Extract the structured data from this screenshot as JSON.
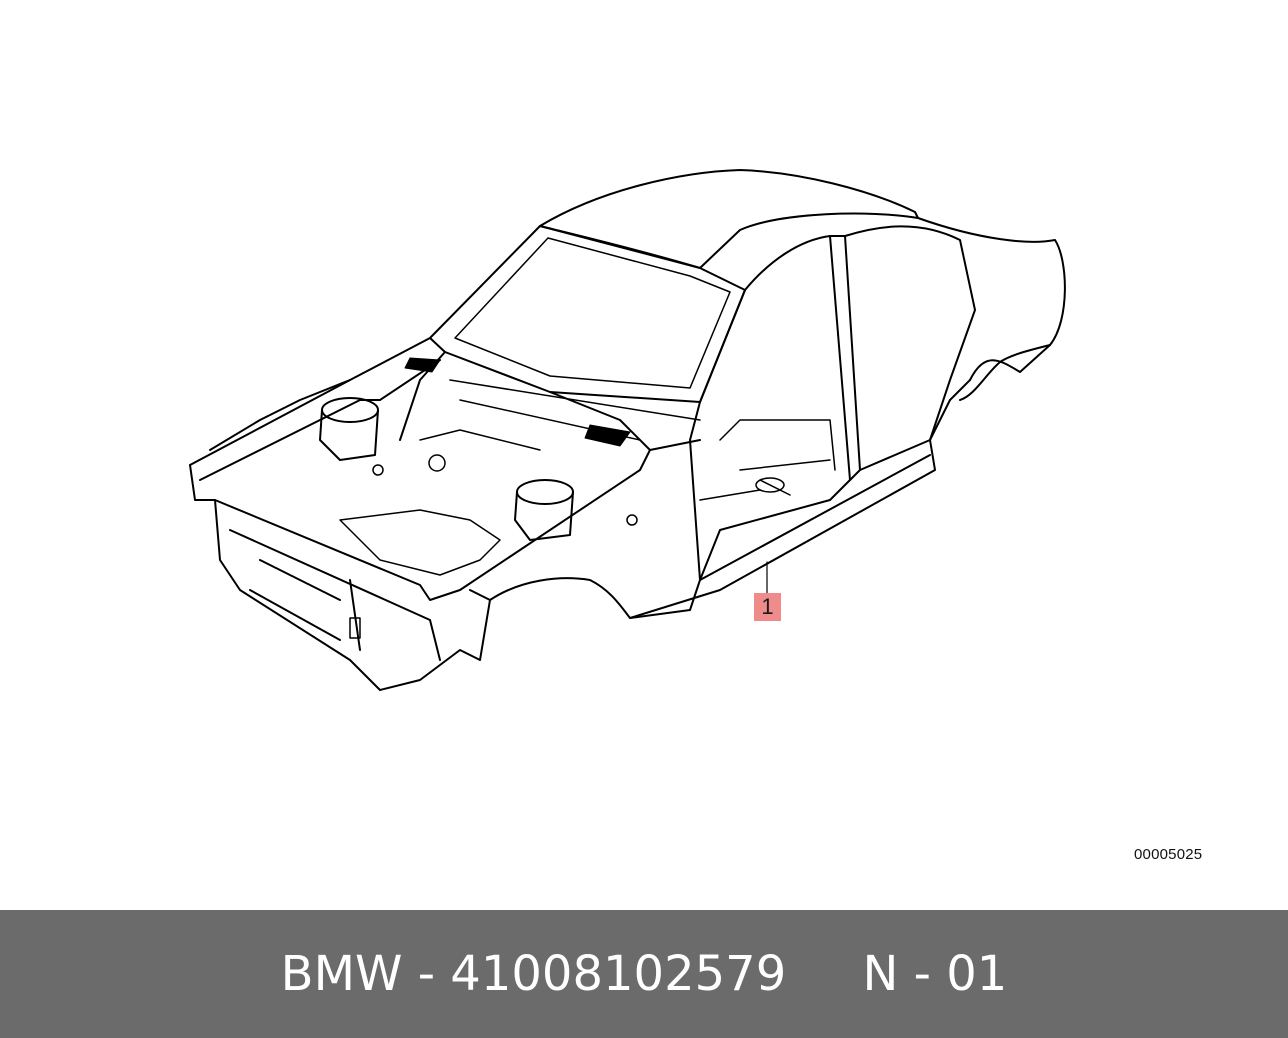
{
  "diagram": {
    "callout_label": "1",
    "diagram_number": "00005025",
    "callout_color": "#f08b8b"
  },
  "footer": {
    "text": "BMW - 41008102579     N - 01",
    "background": "#6b6b6b"
  }
}
